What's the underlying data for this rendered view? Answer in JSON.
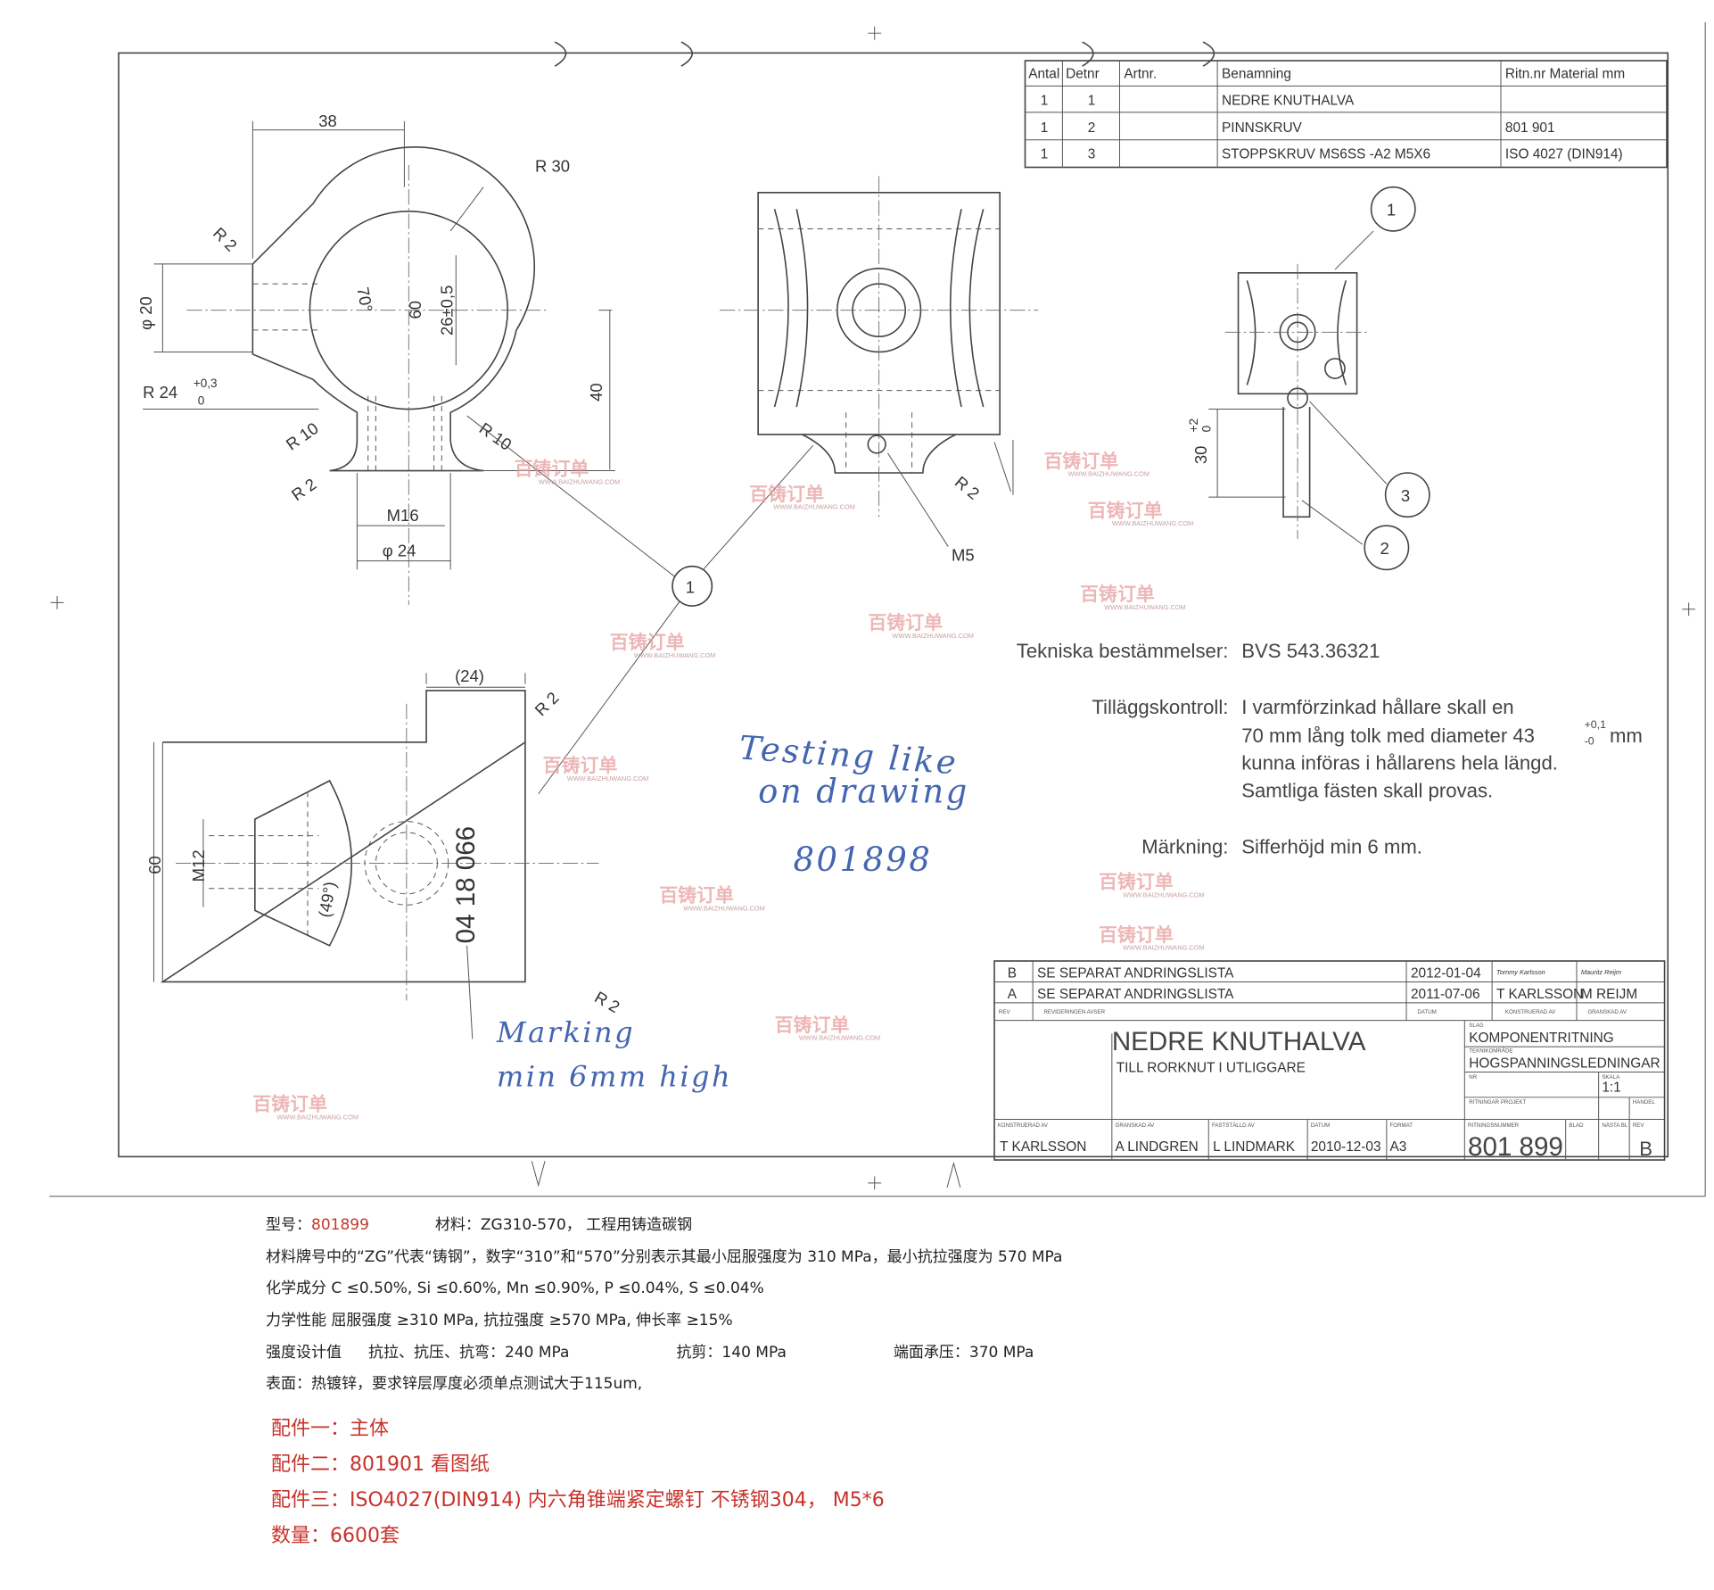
{
  "parts_list": {
    "headers": [
      "Antal",
      "Detnr",
      "Artnr.",
      "Benamning",
      "Ritn.nr  Material  mm"
    ],
    "rows": [
      [
        "1",
        "1",
        "",
        "NEDRE KNUTHALVA",
        ""
      ],
      [
        "1",
        "2",
        "",
        "PINNSKRUV",
        "801 901"
      ],
      [
        "1",
        "3",
        "",
        "STOPPSKRUV MS6SS -A2 M5X6",
        "ISO 4027 (DIN914)"
      ]
    ]
  },
  "dimensions": {
    "top_left": {
      "d38": "38",
      "r30": "R 30",
      "r2a": "R 2",
      "phi20": "φ 20",
      "a70": "70°",
      "d60": "60",
      "d26": "26±0,5",
      "d40": "40",
      "r24": "R 24",
      "r24_tol_up": "+0,3",
      "r24_tol_dn": "0",
      "r10a": "R 10",
      "r10b": "R 10",
      "r2b": "R 2",
      "m16": "M16",
      "phi24": "φ 24"
    },
    "top_mid": {
      "m5": "M5",
      "r2": "R 2"
    },
    "right": {
      "d30": "30",
      "d30_tol_up": "+2",
      "d30_tol_dn": "0"
    },
    "bottom_left": {
      "d24": "(24)",
      "r2a": "R 2",
      "d60": "60",
      "m12": "M12",
      "a49": "(49°)",
      "marking": "04 18 066",
      "r2b": "R 2"
    }
  },
  "balloons": {
    "b1_main": "1",
    "b1_right": "1",
    "b3": "3",
    "b2": "2"
  },
  "technical_notes": {
    "tekniska_label": "Tekniska bestämmelser:",
    "tekniska_value": "BVS 543.36321",
    "tillagg_label": "Tilläggskontroll:",
    "tillagg_lines": [
      "I varmförzinkad hållare skall en",
      "70 mm lång tolk med diameter 43",
      "kunna införas i hållarens hela längd.",
      "Samtliga fästen skall provas."
    ],
    "tillagg_tol_up": "+0,1",
    "tillagg_tol_dn": "-0",
    "tillagg_unit": "mm",
    "markning_label": "Märkning:",
    "markning_value": "Sifferhöjd min 6 mm."
  },
  "handwritten": {
    "line1": "Testing like",
    "line2": "on drawing",
    "line3": "801898",
    "marking1": "Marking",
    "marking2": "min 6mm high"
  },
  "title_block": {
    "revisions": [
      {
        "rev": "B",
        "desc": "SE SEPARAT ANDRINGSLISTA",
        "date": "2012-01-04",
        "konstruerad": "Tommy Karlsson",
        "granskad": "Mauritz Reijm"
      },
      {
        "rev": "A",
        "desc": "SE SEPARAT ANDRINGSLISTA",
        "date": "2011-07-06",
        "konstruerad": "T KARLSSON",
        "granskad": "M REIJM"
      }
    ],
    "rev_label": "REV",
    "revideringen_label": "REVIDERINGEN AVSER",
    "datum_label": "DATUM",
    "konstruerad_label": "KONSTRUERAD AV",
    "granskad_label": "GRANSKAD AV",
    "title": "NEDRE KNUTHALVA",
    "subtitle": "TILL RORKNUT I UTLIGGARE",
    "slag_label": "SLAG",
    "slag": "KOMPONENTRITNING",
    "teknikomrade_label": "TEKNIKOMRÅDE",
    "teknikomrade": "HOGSPANNINGSLEDNINGAR",
    "nr_label": "NR",
    "skala_label": "SKALA",
    "skala": "1:1",
    "projekt_label": "RITNINGAR PROJEKT",
    "handel_label": "HANDEL",
    "bottom_labels": [
      "KONSTRUERAD AV",
      "GRANSKAD AV",
      "FASTSTÄLLD AV",
      "DATUM",
      "FORMAT",
      "RITNINGSNUMMER",
      "BLAD",
      "NÄSTA BL",
      "REV"
    ],
    "bottom_values": [
      "T KARLSSON",
      "A LINDGREN",
      "L LINDMARK",
      "2010-12-03",
      "A3",
      "801 899",
      "",
      "",
      "B"
    ]
  },
  "watermark": {
    "brand": "百铸订单",
    "url": "WWW.BAIZHUWANG.COM"
  },
  "spec_notes": {
    "model_label": "型号：",
    "model_value": "801899",
    "material": "材料：ZG310-570， 工程用铸造碳钢",
    "material_note": "材料牌号中的“ZG”代表“铸钢”，数字“310”和“570”分别表示其最小屈服强度为 310 MPa，最小抗拉强度为 570 MPa",
    "chemistry": "化学成分  C ≤0.50%, Si ≤0.60%, Mn ≤0.90%, P ≤0.04%, S ≤0.04%",
    "mechanical": "力学性能  屈服强度 ≥310 MPa, 抗拉强度 ≥570 MPa, 伸长率 ≥15%",
    "design_label": "强度设计值",
    "design_tension": "抗拉、抗压、抗弯：240 MPa",
    "design_shear": "抗剪：140 MPa",
    "design_bearing": "端面承压：370 MPa",
    "surface": "表面：热镀锌，要求锌层厚度必须单点测试大于115um,"
  },
  "components": {
    "part1": "配件一：主体",
    "part2": "配件二：801901 看图纸",
    "part3": "配件三：ISO4027(DIN914)  内六角锥端紧定螺钉 不锈钢304， M5*6",
    "quantity": "数量：6600套"
  }
}
